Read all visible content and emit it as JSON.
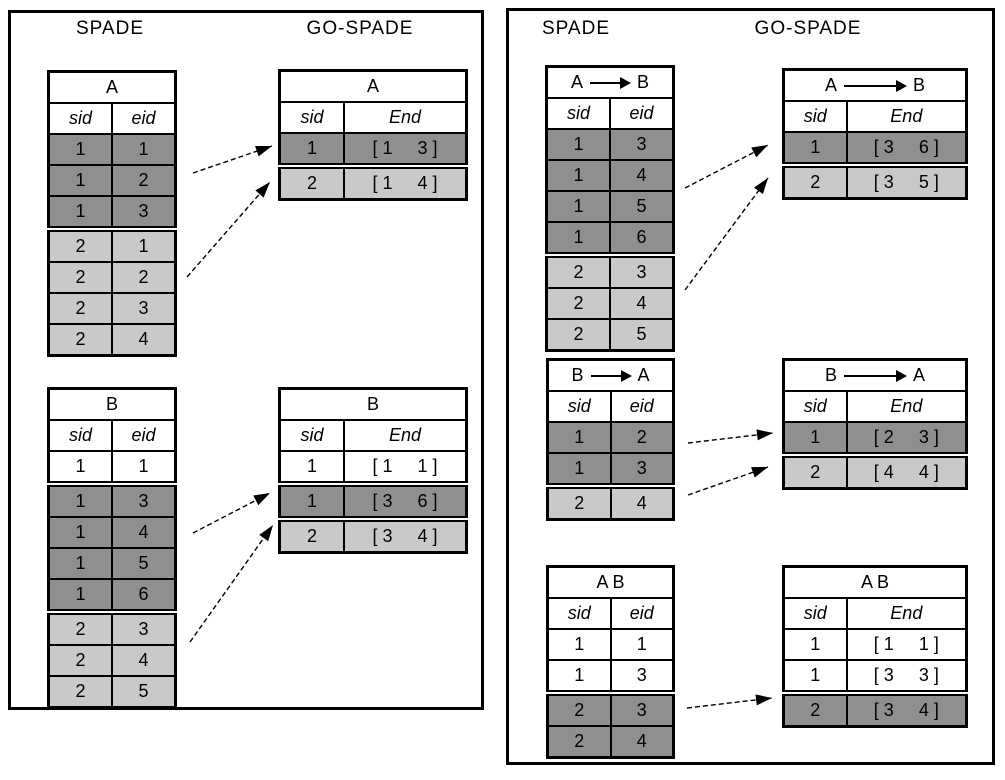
{
  "colors": {
    "background": "#ffffff",
    "border": "#000000",
    "dark": "#8f8f8f",
    "light": "#c9c9c9",
    "white": "#ffffff"
  },
  "panels": [
    {
      "id": "left",
      "column_titles": [
        "SPADE",
        "GO-SPADE"
      ],
      "groups": [
        {
          "spade": {
            "title": {
              "left": "A",
              "right": "",
              "has_arrow": false
            },
            "columns": [
              "sid",
              "eid"
            ],
            "rows": [
              {
                "sid": "1",
                "eid": "1",
                "shade": "dark"
              },
              {
                "sid": "1",
                "eid": "2",
                "shade": "dark"
              },
              {
                "sid": "1",
                "eid": "3",
                "shade": "dark"
              },
              {
                "sid": "2",
                "eid": "1",
                "shade": "light"
              },
              {
                "sid": "2",
                "eid": "2",
                "shade": "light"
              },
              {
                "sid": "2",
                "eid": "3",
                "shade": "light"
              },
              {
                "sid": "2",
                "eid": "4",
                "shade": "light"
              }
            ]
          },
          "gospade": {
            "title": {
              "left": "A",
              "right": "",
              "has_arrow": false
            },
            "columns": [
              "sid",
              "End"
            ],
            "rows": [
              {
                "sid": "1",
                "end": "[ 1     3 ]",
                "shade": "dark"
              },
              {
                "sid": "2",
                "end": "[ 1     4 ]",
                "shade": "light"
              }
            ]
          }
        },
        {
          "spade": {
            "title": {
              "left": "B",
              "right": "",
              "has_arrow": false
            },
            "columns": [
              "sid",
              "eid"
            ],
            "rows": [
              {
                "sid": "1",
                "eid": "1",
                "shade": "white"
              },
              {
                "sid": "1",
                "eid": "3",
                "shade": "dark"
              },
              {
                "sid": "1",
                "eid": "4",
                "shade": "dark"
              },
              {
                "sid": "1",
                "eid": "5",
                "shade": "dark"
              },
              {
                "sid": "1",
                "eid": "6",
                "shade": "dark"
              },
              {
                "sid": "2",
                "eid": "3",
                "shade": "light"
              },
              {
                "sid": "2",
                "eid": "4",
                "shade": "light"
              },
              {
                "sid": "2",
                "eid": "5",
                "shade": "light"
              }
            ]
          },
          "gospade": {
            "title": {
              "left": "B",
              "right": "",
              "has_arrow": false
            },
            "columns": [
              "sid",
              "End"
            ],
            "rows": [
              {
                "sid": "1",
                "end": "[ 1     1 ]",
                "shade": "white"
              },
              {
                "sid": "1",
                "end": "[ 3     6 ]",
                "shade": "dark"
              },
              {
                "sid": "2",
                "end": "[ 3     4 ]",
                "shade": "light"
              }
            ]
          }
        }
      ]
    },
    {
      "id": "right",
      "column_titles": [
        "SPADE",
        "GO-SPADE"
      ],
      "groups": [
        {
          "spade": {
            "title": {
              "left": "A",
              "right": "B",
              "has_arrow": true
            },
            "columns": [
              "sid",
              "eid"
            ],
            "rows": [
              {
                "sid": "1",
                "eid": "3",
                "shade": "dark"
              },
              {
                "sid": "1",
                "eid": "4",
                "shade": "dark"
              },
              {
                "sid": "1",
                "eid": "5",
                "shade": "dark"
              },
              {
                "sid": "1",
                "eid": "6",
                "shade": "dark"
              },
              {
                "sid": "2",
                "eid": "3",
                "shade": "light"
              },
              {
                "sid": "2",
                "eid": "4",
                "shade": "light"
              },
              {
                "sid": "2",
                "eid": "5",
                "shade": "light"
              }
            ]
          },
          "gospade": {
            "title": {
              "left": "A",
              "right": "B",
              "has_arrow": true
            },
            "columns": [
              "sid",
              "End"
            ],
            "rows": [
              {
                "sid": "1",
                "end": "[ 3     6 ]",
                "shade": "dark"
              },
              {
                "sid": "2",
                "end": "[ 3     5 ]",
                "shade": "light"
              }
            ]
          }
        },
        {
          "spade": {
            "title": {
              "left": "B",
              "right": "A",
              "has_arrow": true
            },
            "columns": [
              "sid",
              "eid"
            ],
            "rows": [
              {
                "sid": "1",
                "eid": "2",
                "shade": "dark"
              },
              {
                "sid": "1",
                "eid": "3",
                "shade": "dark"
              },
              {
                "sid": "2",
                "eid": "4",
                "shade": "light"
              }
            ]
          },
          "gospade": {
            "title": {
              "left": "B",
              "right": "A",
              "has_arrow": true
            },
            "columns": [
              "sid",
              "End"
            ],
            "rows": [
              {
                "sid": "1",
                "end": "[ 2     3 ]",
                "shade": "dark"
              },
              {
                "sid": "2",
                "end": "[ 4     4 ]",
                "shade": "light"
              }
            ]
          }
        },
        {
          "spade": {
            "title": {
              "left": "A B",
              "right": "",
              "has_arrow": false
            },
            "columns": [
              "sid",
              "eid"
            ],
            "rows": [
              {
                "sid": "1",
                "eid": "1",
                "shade": "white"
              },
              {
                "sid": "1",
                "eid": "3",
                "shade": "white"
              },
              {
                "sid": "2",
                "eid": "3",
                "shade": "dark"
              },
              {
                "sid": "2",
                "eid": "4",
                "shade": "dark"
              }
            ]
          },
          "gospade": {
            "title": {
              "left": "A B",
              "right": "",
              "has_arrow": false
            },
            "columns": [
              "sid",
              "End"
            ],
            "rows": [
              {
                "sid": "1",
                "end": "[ 1     1 ]",
                "shade": "white"
              },
              {
                "sid": "1",
                "end": "[ 3     3 ]",
                "shade": "white"
              },
              {
                "sid": "2",
                "end": "[ 3     4 ]",
                "shade": "dark"
              }
            ]
          }
        }
      ]
    }
  ]
}
